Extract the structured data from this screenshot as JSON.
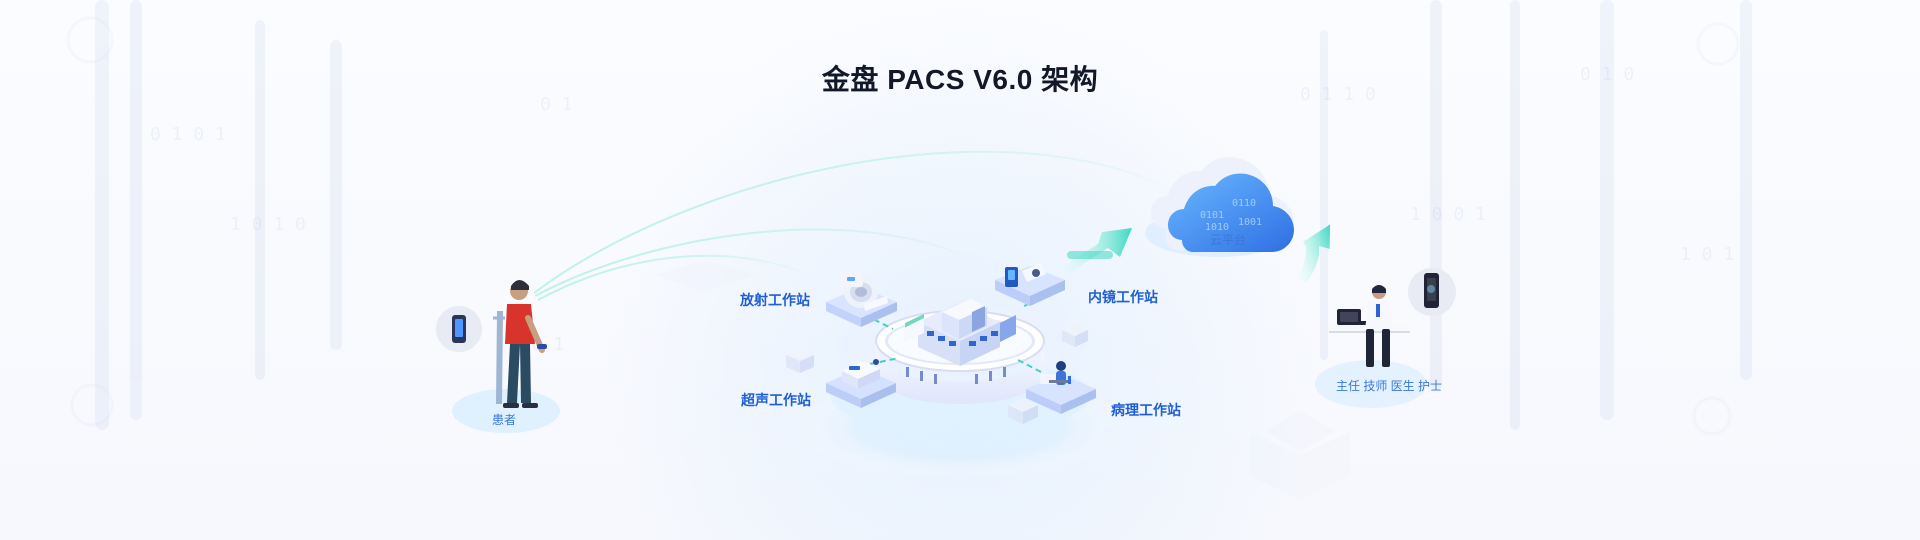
{
  "title": "金盘 PACS V6.0 架构",
  "labels": {
    "radiology": "放射工作站",
    "endoscopy": "内镜工作站",
    "ultrasound": "超声工作站",
    "pathology": "病理工作站",
    "cloud": "云平台",
    "patient": "患者",
    "staff": "主任 技师 医生 护士"
  },
  "colors": {
    "primary_blue": "#1f5fd6",
    "cloud_blue": "#4d97f2",
    "mint": "#38d6bf",
    "red_shirt": "#d9342b"
  },
  "background_digits": {
    "left_1": "0 1 0 1",
    "left_2": "1 0 1 0",
    "right_1": "0 1 1 0",
    "right_2": "1 0 0 1"
  }
}
